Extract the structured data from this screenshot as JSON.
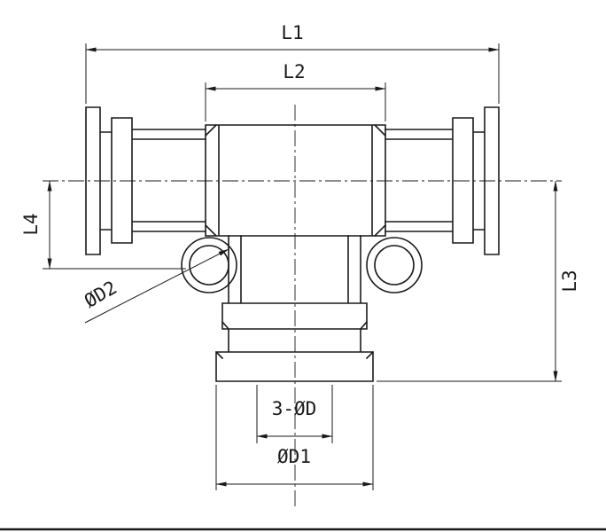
{
  "drawing": {
    "kind": "technical dimensional drawing",
    "subject": "push-to-connect union tee pneumatic fitting, front view",
    "dimension_labels": {
      "l1": "L1",
      "l2": "L2",
      "l3": "L3",
      "l4": "L4",
      "d2": "ØD2",
      "three_d": "3-ØD",
      "d1": "ØD1"
    },
    "colors": {
      "ink": "#1a1a1a",
      "paper": "#ffffff"
    }
  }
}
